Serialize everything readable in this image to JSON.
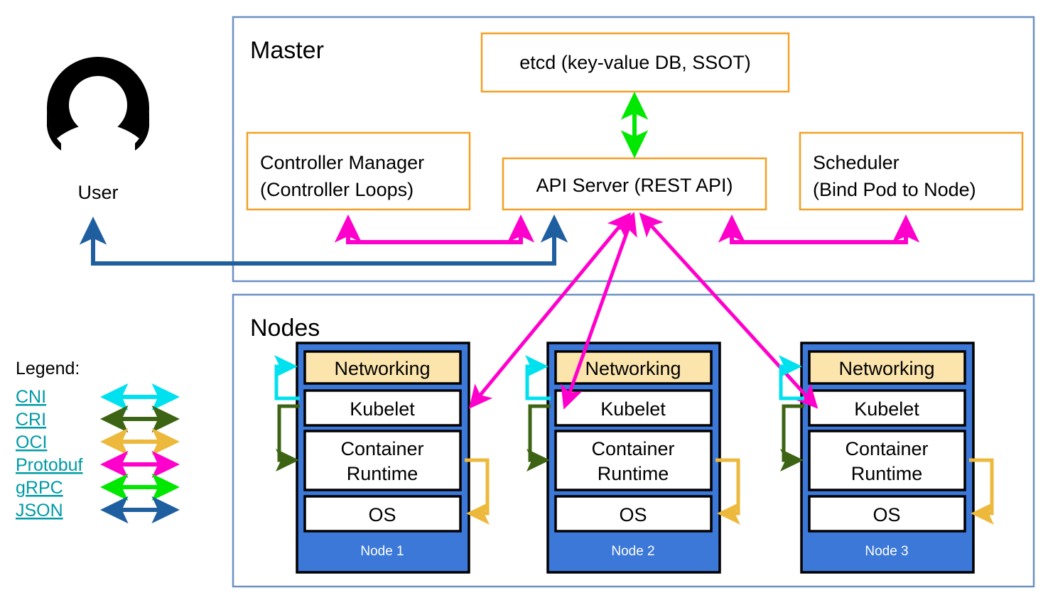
{
  "diagram": {
    "title_hidden": "Kubernetes cluster architecture",
    "groups": {
      "master": {
        "label": "Master"
      },
      "nodes": {
        "label": "Nodes"
      }
    },
    "master_components": [
      {
        "id": "etcd",
        "label": "etcd (key-value DB, SSOT)"
      },
      {
        "id": "controller-manager",
        "line1": "Controller Manager",
        "line2": "(Controller Loops)"
      },
      {
        "id": "api-server",
        "label": "API Server (REST API)"
      },
      {
        "id": "scheduler",
        "line1": "Scheduler",
        "line2": "(Bind Pod to Node)"
      }
    ],
    "node_layer_labels": {
      "networking": "Networking",
      "kubelet": "Kubelet",
      "container_runtime_line1": "Container",
      "container_runtime_line2": "Runtime",
      "os": "OS"
    },
    "nodes": [
      {
        "id": "node-1",
        "label": "Node 1"
      },
      {
        "id": "node-2",
        "label": "Node 2"
      },
      {
        "id": "node-3",
        "label": "Node 3"
      }
    ],
    "user": {
      "label": "User",
      "icon": "user-avatar-icon"
    },
    "legend": {
      "title": "Legend:",
      "entries": [
        {
          "id": "cni",
          "label": "CNI",
          "color": "#00e1f0"
        },
        {
          "id": "cri",
          "label": "CRI",
          "color": "#3c6414"
        },
        {
          "id": "oci",
          "label": "OCI",
          "color": "#edb93c"
        },
        {
          "id": "protobuf",
          "label": "Protobuf",
          "color": "#ff00cc"
        },
        {
          "id": "grpc",
          "label": "gRPC",
          "color": "#00e800"
        },
        {
          "id": "json",
          "label": "JSON",
          "color": "#1f5fa0"
        }
      ]
    },
    "colors": {
      "group_border": "#6c91c2",
      "service_border": "#f4a024",
      "node_fill": "#3c78d8",
      "networking_fill": "#fce5ad",
      "legend_link": "#009aa6",
      "background": "#ffffff"
    }
  }
}
